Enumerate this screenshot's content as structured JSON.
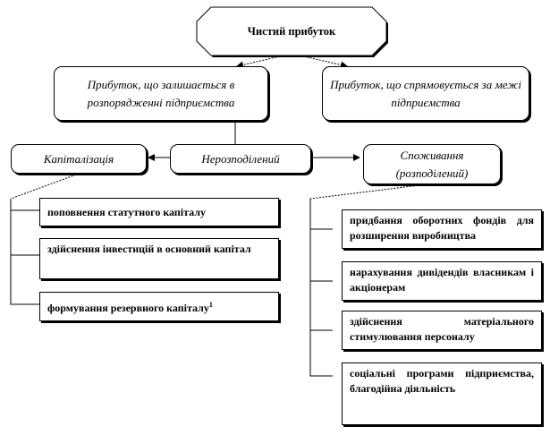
{
  "root": {
    "label": "Чистий прибуток"
  },
  "branches": {
    "retained": {
      "label": "Прибуток, що залишається в розпорядженні підприємства"
    },
    "distributed": {
      "label": "Прибуток, що спрямовується за межі підприємства"
    }
  },
  "middle": {
    "capitalization": {
      "label": "Капіталізація"
    },
    "undistributed": {
      "label": "Нерозподілений"
    },
    "consumption": {
      "label": "Споживання (розподілений)"
    }
  },
  "capitalization_items": [
    {
      "label": "поповнення статутного капіталу"
    },
    {
      "label": "здійснення інвестицій в основний капітал"
    },
    {
      "label": "формування резервного капіталу",
      "sup": "1"
    }
  ],
  "consumption_items": [
    {
      "label": "придбання оборотних фондів для розширення виробництва"
    },
    {
      "label": "нарахування дивідендів власникам і акціонерам"
    },
    {
      "label": "здійснення матеріального стимулювання персоналу"
    },
    {
      "label": "соціальні програми підприємства, благодійна діяльність"
    }
  ]
}
